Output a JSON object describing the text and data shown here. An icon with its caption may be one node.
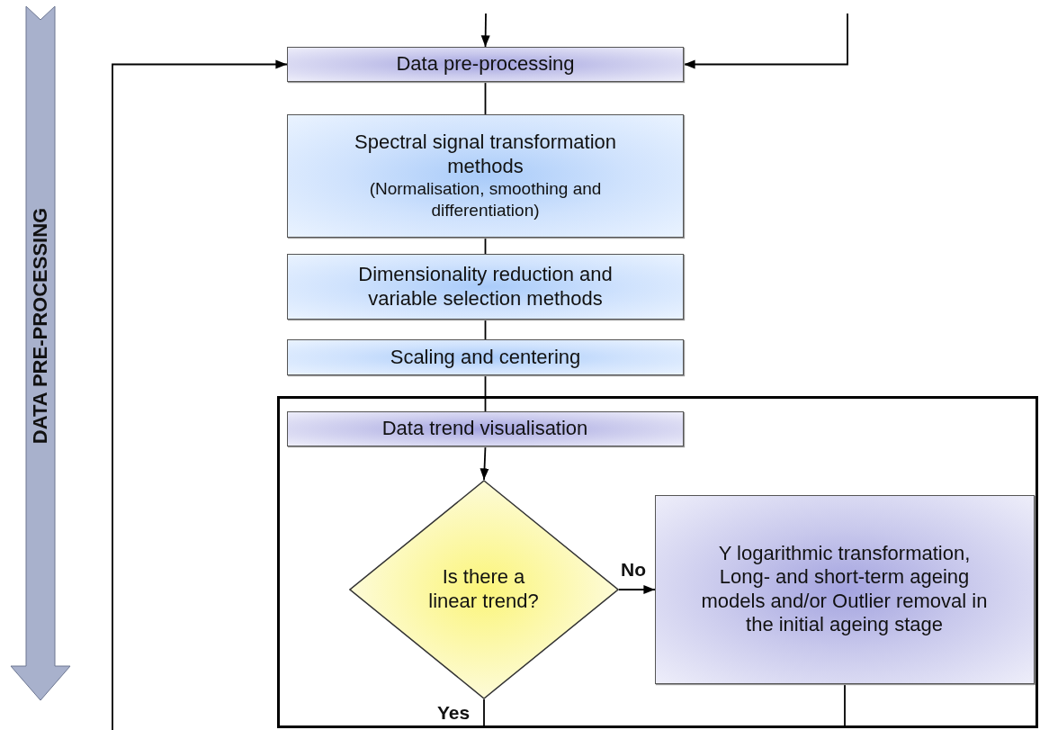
{
  "diagram": {
    "nodes": [
      {
        "text": [
          "Data pre-processing"
        ]
      },
      {
        "text": [
          "Spectral signal transformation methods",
          "(Normalisation, smoothing and differentiation)"
        ]
      },
      {
        "text": [
          "Dimensionality reduction and variable selection methods"
        ]
      },
      {
        "text": [
          "Scaling and centering"
        ]
      },
      {
        "text": [],
        "shape": "box"
      },
      {
        "text": [
          "Data trend visualisation"
        ],
        "in": 4
      },
      {
        "text": [
          "Is there a linear trend?"
        ],
        "in": 4
      },
      {
        "text": [
          "Y logarithmic transformation, Long- and short-term ageing models and/or Outlier removal in the initial ageing stage"
        ],
        "in": 4
      }
    ],
    "edges": [
      {
        "from": null,
        "to": 0,
        "arrow": "to"
      },
      {
        "from": null,
        "to": 0,
        "arrow": "to"
      },
      {
        "from": null,
        "to": 0,
        "arrow": "to"
      },
      {
        "from": 0,
        "to": 1,
        "arrow": "none"
      },
      {
        "from": 1,
        "to": 2,
        "arrow": "none"
      },
      {
        "from": 2,
        "to": 3,
        "arrow": "none"
      },
      {
        "from": 3,
        "to": 5,
        "arrow": "none"
      },
      {
        "from": 5,
        "to": 6,
        "arrow": "to"
      },
      {
        "from": 6,
        "to": 7,
        "arrow": "to",
        "label": "No"
      },
      {
        "from": 6,
        "to": null,
        "arrow": "none",
        "label": "Yes"
      },
      {
        "from": 7,
        "to": null,
        "arrow": "none"
      }
    ],
    "labels": [
      "DATA PRE-PROCESSING"
    ]
  }
}
